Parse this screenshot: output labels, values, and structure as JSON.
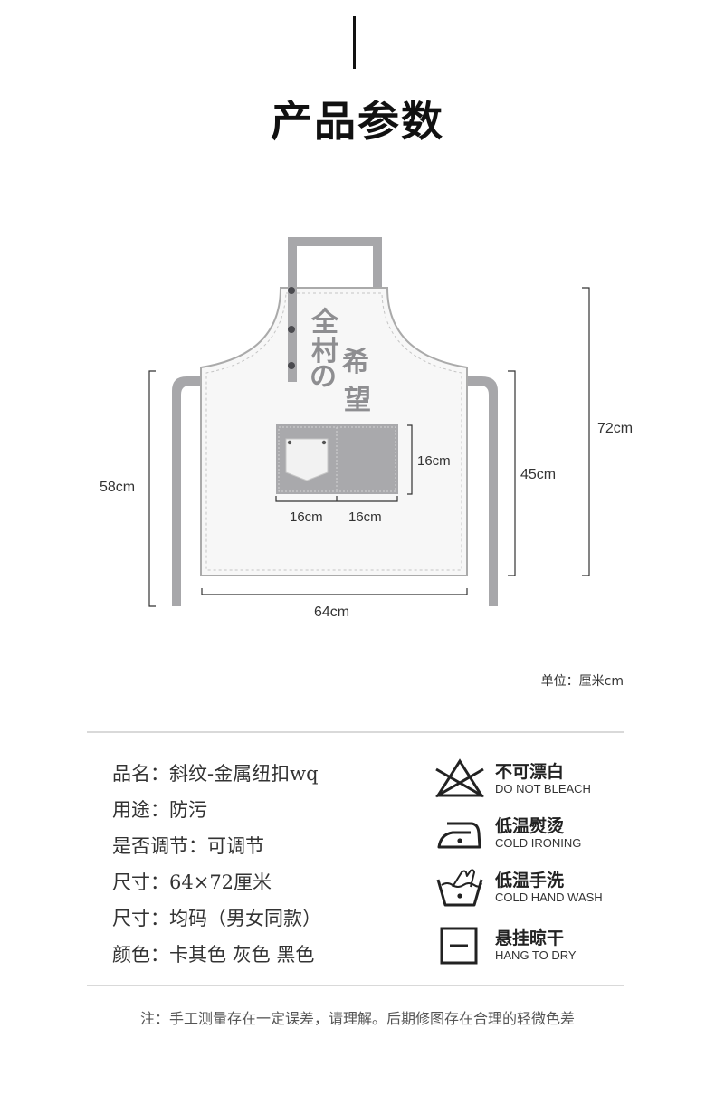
{
  "title": "产品参数",
  "apron": {
    "print_text": [
      "全",
      "村",
      "の",
      "希",
      "望"
    ],
    "dimensions": {
      "total_height": "72cm",
      "body_height": "58cm",
      "side_height": "45cm",
      "width": "64cm",
      "pocket_height": "16cm",
      "pocket_left_width": "16cm",
      "pocket_right_width": "16cm"
    },
    "colors": {
      "body": "#f7f7f7",
      "strap": "#a7a7aa",
      "pocket": "#a9a9ac",
      "text": "#8e8e91"
    }
  },
  "unit_note": "单位：厘米cm",
  "specs": [
    "品名：斜纹-金属纽扣wq",
    "用途：防污",
    "是否调节：可调节",
    "尺寸：64×72厘米",
    "尺寸：均码（男女同款）",
    "颜色：卡其色 灰色 黑色"
  ],
  "care": [
    {
      "icon": "no-bleach-icon",
      "cn": "不可漂白",
      "en": "DO NOT BLEACH"
    },
    {
      "icon": "iron-icon",
      "cn": "低温熨烫",
      "en": "COLD IRONING"
    },
    {
      "icon": "hand-wash-icon",
      "cn": "低温手洗",
      "en": "COLD HAND WASH"
    },
    {
      "icon": "hang-dry-icon",
      "cn": "悬挂晾干",
      "en": "HANG TO DRY"
    }
  ],
  "footnote": "注：手工测量存在一定误差，请理解。后期修图存在合理的轻微色差"
}
